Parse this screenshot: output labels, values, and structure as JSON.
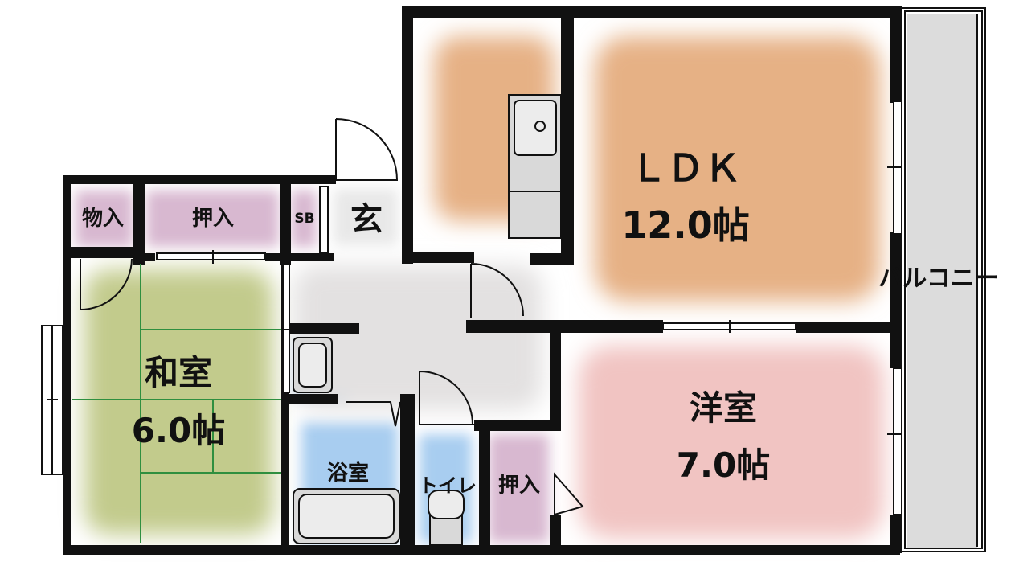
{
  "colors": {
    "wall": "#111111",
    "ldk_floor": "#e6b185",
    "washitsu_floor": "#c2cb8c",
    "yoshitsu_floor": "#f1c4c2",
    "storage_floor": "#d8b8d0",
    "wet_area_floor": "#a8cdf0",
    "hall_floor": "#e3e1e1",
    "genkan_floor": "#e8e8e8",
    "balcony": "#dcdcdc"
  },
  "rooms": {
    "ldk": {
      "name": "ＬＤＫ",
      "size": "12.0帖"
    },
    "washitsu": {
      "name": "和室",
      "size": "6.0帖"
    },
    "yoshitsu": {
      "name": "洋室",
      "size": "7.0帖"
    },
    "genkan": {
      "name": "玄"
    },
    "monoire": {
      "name": "物入"
    },
    "oshiire_top": {
      "name": "押入"
    },
    "shoebox": {
      "name": "SB"
    },
    "yokushitsu": {
      "name": "浴室"
    },
    "toilet": {
      "name": "トイレ"
    },
    "oshiire_bottom": {
      "name": "押入"
    },
    "balcony": {
      "name": "バルコニー"
    }
  }
}
